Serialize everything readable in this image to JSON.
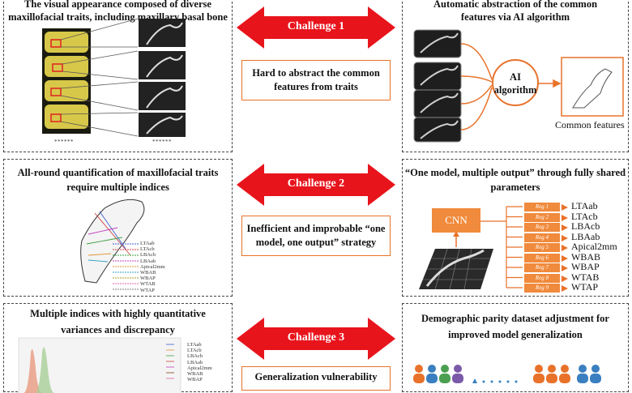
{
  "row1": {
    "left_title_line1": "The visual appearance composed of diverse",
    "left_title_line2": "maxillofacial traits, including maxillary basal bone",
    "stars_left": "******",
    "stars_right": "******",
    "challenge_label": "Challenge 1",
    "challenge_text_line1": "Hard to abstract the common",
    "challenge_text_line2": "features from traits",
    "right_title_line1": "Automatic abstraction of the common",
    "right_title_line2": "features via AI algorithm",
    "ai_line1": "AI",
    "ai_line2": "algorithm",
    "common_features": "Common features"
  },
  "row2": {
    "left_title_line1": "All-round quantification of maxillofacial traits",
    "left_title_line2": "require multiple indices",
    "legend": [
      "LTAab",
      "LTAcb",
      "LBAcb",
      "LBAab",
      "Apical2mm",
      "WBAB",
      "WBAP",
      "WTAB",
      "WTAP"
    ],
    "challenge_label": "Challenge 2",
    "challenge_text_line1": "Inefficient and improbable “one",
    "challenge_text_line2": "model, one output” strategy",
    "right_title_line1": "“One model, multiple output” through fully shared",
    "right_title_line2": "parameters",
    "cnn_label": "CNN",
    "regs": [
      {
        "reg": "Reg 1",
        "out": "LTAab"
      },
      {
        "reg": "Reg 2",
        "out": "LTAcb"
      },
      {
        "reg": "Reg 3",
        "out": "LBAcb"
      },
      {
        "reg": "Reg 4",
        "out": "LBAab"
      },
      {
        "reg": "Reg 5",
        "out": "Apical2mm"
      },
      {
        "reg": "Reg 6",
        "out": "WBAB"
      },
      {
        "reg": "Reg 7",
        "out": "WBAP"
      },
      {
        "reg": "Reg 8",
        "out": "WTAB"
      },
      {
        "reg": "Reg 9",
        "out": "WTAP"
      }
    ]
  },
  "row3": {
    "left_title_line1": "Multiple indices with  highly quantitative",
    "left_title_line2": "variances and discrepancy",
    "legend": [
      "LTAab",
      "LTAcb",
      "LBAcb",
      "LBAab",
      "Apical2mm",
      "WBAB",
      "WBAP"
    ],
    "challenge_label": "Challenge 3",
    "challenge_text_line1": "Generalization vulnerability",
    "right_title_line1": "Demographic parity dataset adjustment for",
    "right_title_line2": "improved model generalization"
  },
  "colors": {
    "arrow_red": "#e8141c",
    "orange": "#e8722a",
    "orange_fill": "#f08a3c"
  }
}
